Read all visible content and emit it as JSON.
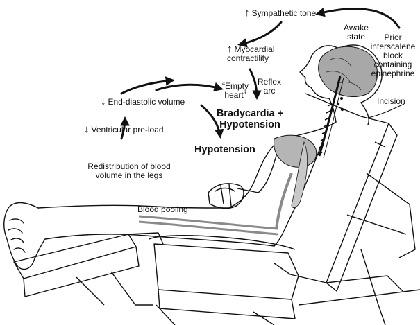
{
  "labels": {
    "sympathetic_tone": "Sympathetic tone",
    "awake_state": "Awake state",
    "prior_block": "Prior interscalene block containing epinephrine",
    "myocardial_contractility": "Myocardial contractility",
    "reflex_arc": "Reflex arc",
    "empty_heart": "“Empty heart”",
    "end_diastolic_volume": "End-diastolic volume",
    "bradycardia_hypotension": "Bradycardia + Hypotension",
    "incision": "Incision",
    "ventricular_preload": "Ventricular pre-load",
    "hypotension": "Hypotension",
    "redistribution": "Redistribution of blood volume in the legs",
    "blood_pooling": "Blood pooling"
  },
  "arrows": {
    "up": "↑",
    "down": "↓"
  },
  "colors": {
    "ink": "#111111",
    "organ_gray": "#b5b5b5",
    "brain_gray": "#a8a8a8",
    "vessel_gray": "#8a8a8a"
  }
}
